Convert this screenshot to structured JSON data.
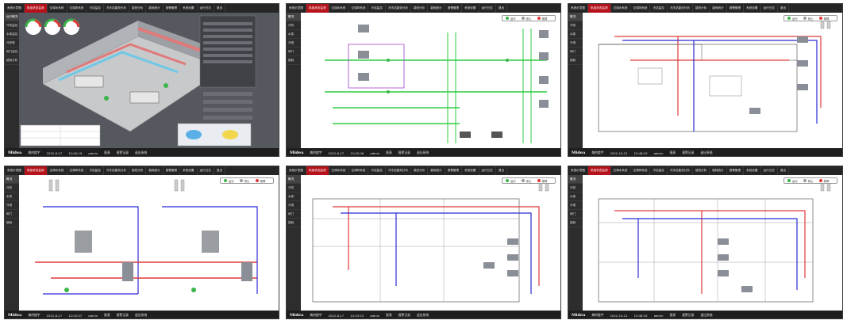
{
  "nav_items": [
    "系统示意图",
    "机组状态监测",
    "空调水系统",
    "空调风系统",
    "冷站监控",
    "冷冻站能效分析",
    "能效分析",
    "能耗统计",
    "报警管理",
    "系统设置",
    "运行日志",
    "退出"
  ],
  "side_items_panel1": [
    "运行概况",
    "冷机监控",
    "水泵监控",
    "冷却塔",
    "阀门监控",
    "能耗分析"
  ],
  "side_items_other": [
    "概况",
    "冷机",
    "水泵",
    "冷塔",
    "阀门",
    "能耗"
  ],
  "footer": {
    "logo": "Midea",
    "system": "美的楼宇",
    "user": "admin",
    "report": "报表",
    "alarm": "报警记录",
    "logout": "退出系统",
    "panels": [
      {
        "date": "2022-8-17",
        "time": "12:00:19"
      },
      {
        "date": "2022-8-17",
        "time": "12:02:06"
      },
      {
        "date": "2022-10-21",
        "time": "15:48:25"
      },
      {
        "date": "2022-8-17",
        "time": "12:02:07"
      },
      {
        "date": "2022-8-17",
        "time": "12:03:23"
      },
      {
        "date": "2022-10-21",
        "time": "15:48:32"
      }
    ]
  },
  "legend": {
    "run": "运行",
    "stop": "停止",
    "fault": "故障"
  },
  "colors": {
    "nav_bg": "#252525",
    "nav_active": "#b5121b",
    "sidebar_bg": "#2d2d2d",
    "pipe_red": "#e03a3a",
    "pipe_blue": "#2a2ad6",
    "pipe_green": "#2ecc40",
    "pipe_purple": "#9a40c8",
    "equip_gray": "#8a8e96",
    "run_green": "#3bb54a"
  },
  "icons": [
    "chiller-icon",
    "pump-icon",
    "cooling-tower-icon",
    "valve-icon",
    "user-icon",
    "calendar-icon",
    "clock-icon",
    "report-icon",
    "alarm-icon",
    "logout-icon"
  ]
}
